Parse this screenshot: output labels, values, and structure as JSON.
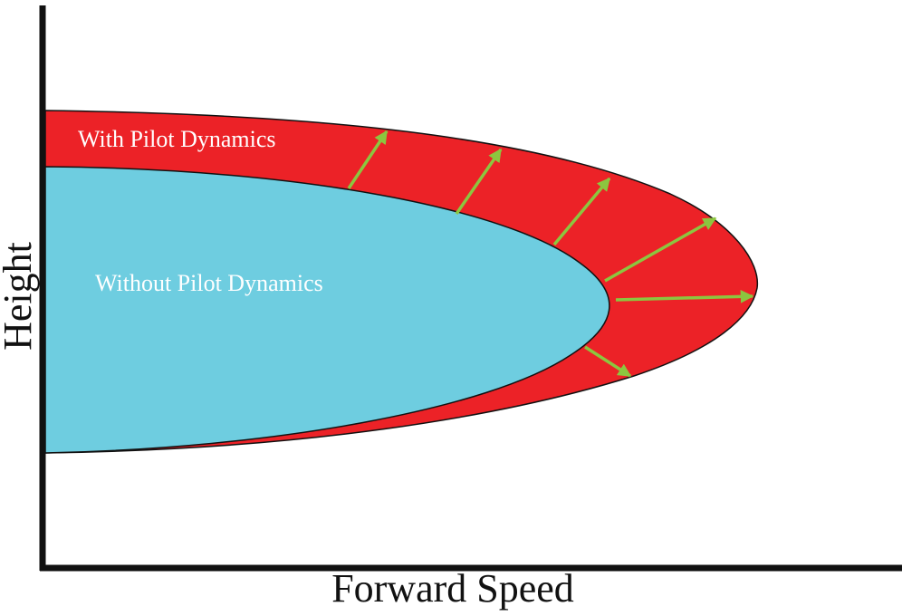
{
  "diagram": {
    "x_axis_label": "Forward Speed",
    "y_axis_label": "Height",
    "regions": {
      "with_pilot": {
        "label": "With Pilot Dynamics",
        "color": "#ec2227"
      },
      "without_pilot": {
        "label": "Without Pilot Dynamics",
        "color": "#6ecde0"
      }
    },
    "arrow_color": "#8cc63f",
    "axis_color": "#111111"
  }
}
